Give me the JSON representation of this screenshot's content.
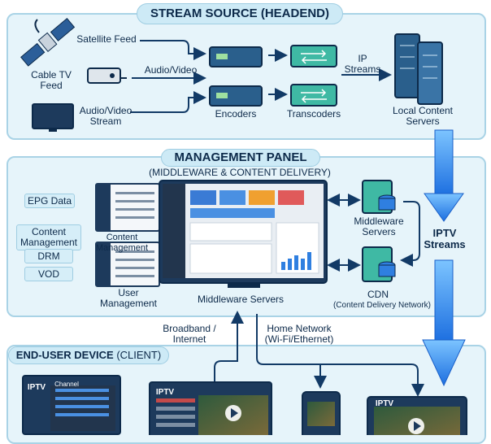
{
  "headend": {
    "title": "STREAM SOURCE (HEADEND)",
    "satellite_feed": "Satellite Feed",
    "cable_tv_feed": "Cable TV\nFeed",
    "audio_video": "Audio/Video",
    "av_stream": "Audio/Video\nStream",
    "encoders": "Encoders",
    "transcoders": "Transcoders",
    "ip_streams": "IP\nStreams",
    "local_servers": "Local Content\nServers"
  },
  "iptv_streams": "IPTV\nStreams",
  "management": {
    "title": "MANAGEMENT PANEL",
    "subtitle": "(MIDDLEWARE & CONTENT DELIVERY)",
    "epg": "EPG Data",
    "content_mgmt_tag": "Content\nManagement",
    "drm": "DRM",
    "vod": "VOD",
    "content_management": "Content Management",
    "user_management": "User\nManagement",
    "middleware_servers_bottom": "Middleware Servers",
    "middleware_servers": "Middleware\nServers",
    "cdn": "CDN",
    "cdn_full": "(Content Delivery Network)"
  },
  "network": {
    "broadband": "Broadband /\nInternet",
    "home": "Home Network\n(Wi-Fi/Ethernet)"
  },
  "client": {
    "title_bold": "END-USER DEVICE",
    "title_rest": " (CLIENT)",
    "iptv_label": "IPTV",
    "channel_label": "Channel"
  },
  "colors": {
    "panel_bg": "#e6f4fa",
    "panel_border": "#a9d3e6",
    "device_dark": "#1d3a5c",
    "accent_teal": "#3fb9a4",
    "flow_blue": "#2f7fe0"
  }
}
